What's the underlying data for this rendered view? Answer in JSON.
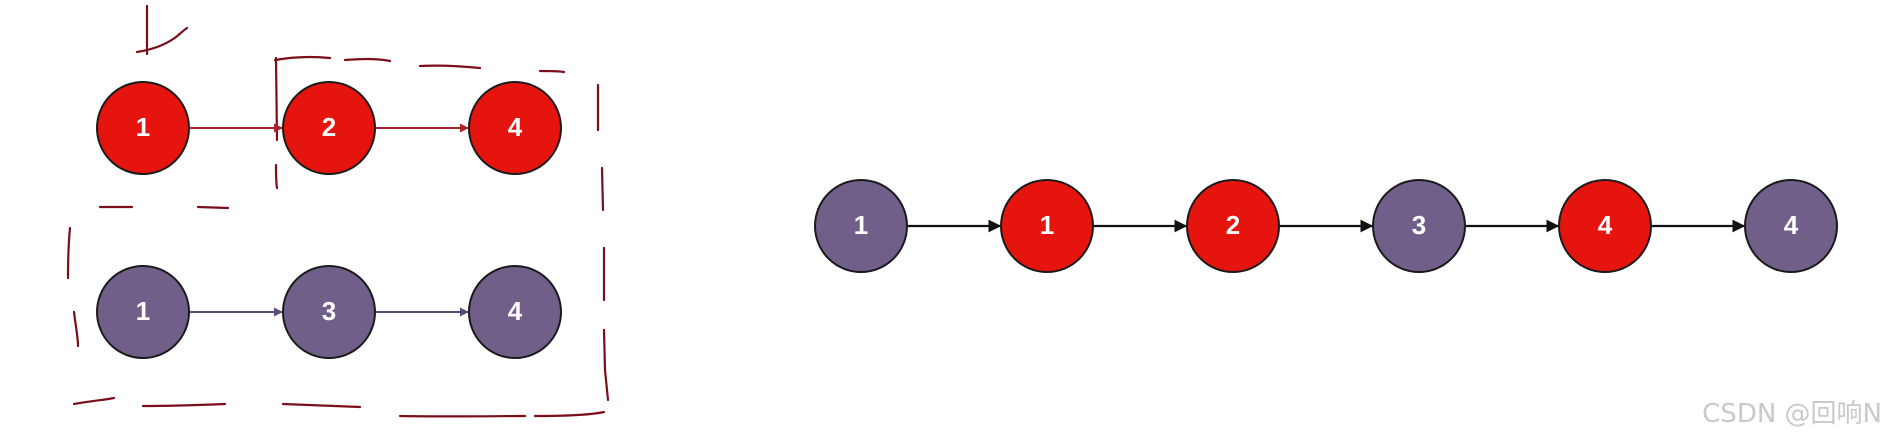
{
  "colors": {
    "red_node": "#e5140f",
    "purple_node": "#6f5f89",
    "red_arrow": "#a8242a",
    "purple_arrow": "#5a4c78",
    "black_arrow": "#111111",
    "annotation": "#7a0f1a",
    "node_stroke": "#1a1a1a"
  },
  "list_a": {
    "nodes": [
      {
        "label": "1",
        "color": "red"
      },
      {
        "label": "2",
        "color": "red"
      },
      {
        "label": "4",
        "color": "red"
      }
    ]
  },
  "list_b": {
    "nodes": [
      {
        "label": "1",
        "color": "purple"
      },
      {
        "label": "3",
        "color": "purple"
      },
      {
        "label": "4",
        "color": "purple"
      }
    ]
  },
  "merged": {
    "nodes": [
      {
        "label": "1",
        "color": "purple"
      },
      {
        "label": "1",
        "color": "red"
      },
      {
        "label": "2",
        "color": "red"
      },
      {
        "label": "3",
        "color": "purple"
      },
      {
        "label": "4",
        "color": "red"
      },
      {
        "label": "4",
        "color": "purple"
      }
    ]
  },
  "watermark": "CSDN @回响N"
}
